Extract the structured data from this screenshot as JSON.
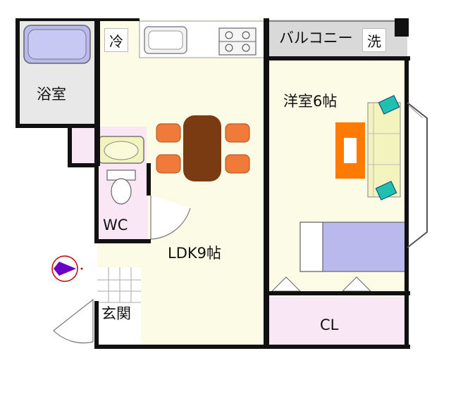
{
  "rooms": {
    "bath": "浴室",
    "wc": "WC",
    "ldk": "LDK9帖",
    "western": "洋室6帖",
    "entrance": "玄関",
    "closet": "CL",
    "balcony": "バルコニー"
  },
  "fixtures": {
    "fridge": "冷",
    "washer": "洗"
  },
  "colors": {
    "wall": "#111111",
    "ldk_floor": "#fbfbe6",
    "bath_floor": "#e8e8e8",
    "tub": "#b9b9ee",
    "wc_floor": "#f9e7f6",
    "closet_floor": "#f9e7f6",
    "balcony": "#d9d9d9",
    "bed": "#b9b9ee",
    "sofa": "#f3f3bd",
    "table_orange": "#ff7a00",
    "dining_table": "#7a3a12",
    "chairs": "#f07a3a",
    "cushion": "#20c0b0",
    "compass": "#6a00c8"
  }
}
